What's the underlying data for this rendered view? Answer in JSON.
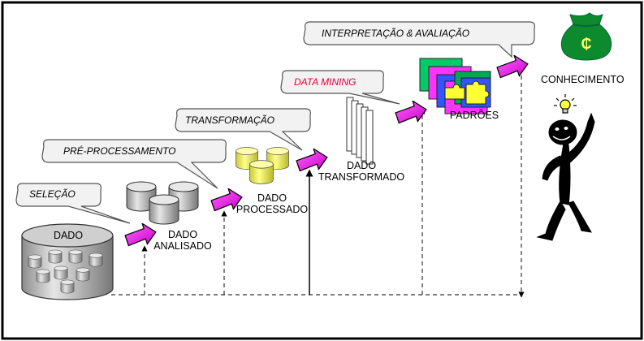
{
  "stages": {
    "selecao": "SELEÇÃO",
    "pre_processamento": "PRÉ-PROCESSAMENTO",
    "transformacao": "TRANSFORMAÇÃO",
    "data_mining": "DATA MINING",
    "interpretacao": "INTERPRETAÇÃO & AVALIAÇÃO"
  },
  "nodes": {
    "dado": "DADO",
    "dado_analisado_1": "DADO",
    "dado_analisado_2": "ANALISADO",
    "dado_processado_1": "DADO",
    "dado_processado_2": "PROCESSADO",
    "dado_transformado_1": "DADO",
    "dado_transformado_2": "TRANSFORMADO",
    "padroes": "PADRÕES",
    "conhecimento": "CONHECIMENTO"
  },
  "money_symbol": "₵",
  "colors": {
    "arrow_magenta": "#ff00ff",
    "data_mining_text": "#e0003a",
    "money_bag": "#0d8a2e",
    "db_yellow": "#ffff66"
  },
  "icons": [
    "money-bag-icon",
    "lightbulb-icon",
    "stick-figure-icon",
    "puzzle-icon",
    "database-icon",
    "document-stack-icon"
  ]
}
